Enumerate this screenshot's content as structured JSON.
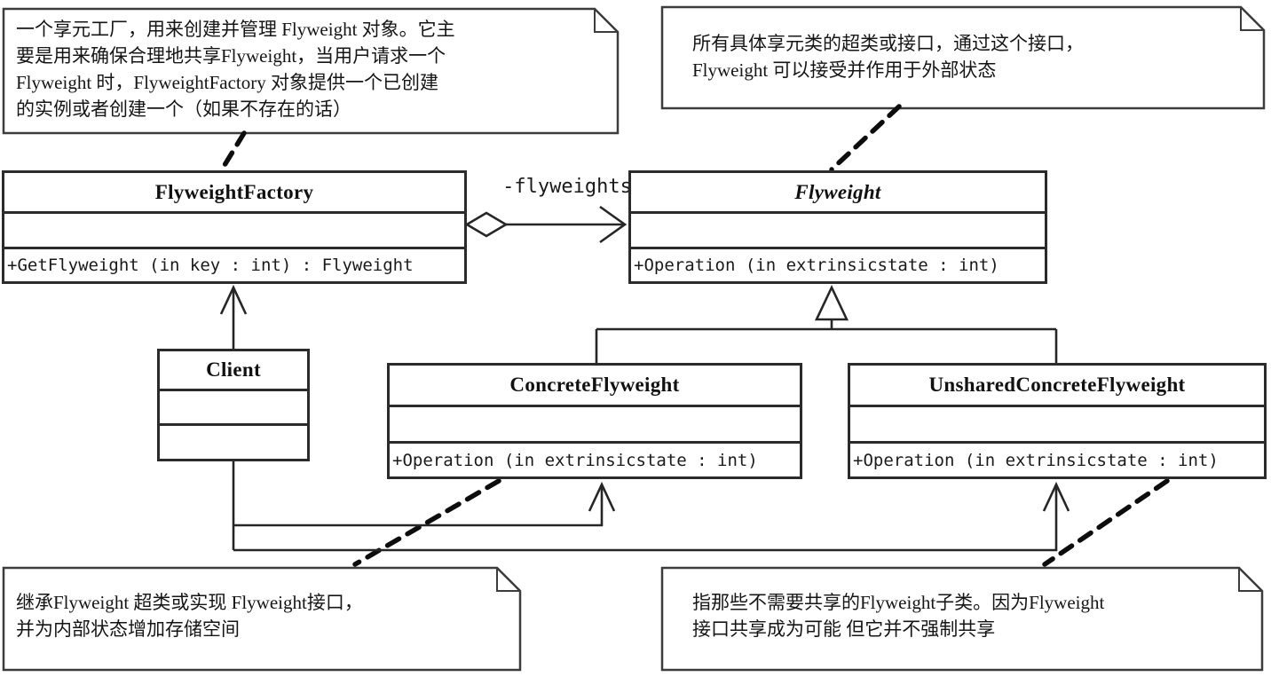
{
  "diagram_title": "Flyweight pattern UML class diagram",
  "colors": {
    "line": "#262626",
    "note_border": "#3c3c3c",
    "background": "#ffffff",
    "text": "#111111"
  },
  "classes": {
    "factory": {
      "name": "FlyweightFactory",
      "method": "+GetFlyweight (in key : int) : Flyweight"
    },
    "flyweight": {
      "name": "Flyweight",
      "abstract": true,
      "method": "+Operation (in extrinsicstate  : int)"
    },
    "client": {
      "name": "Client"
    },
    "concrete": {
      "name": "ConcreteFlyweight",
      "method": "+Operation (in extrinsicstate  : int)"
    },
    "unshared": {
      "name": "UnsharedConcreteFlyweight",
      "method": "+Operation (in extrinsicstate  : int)"
    }
  },
  "relationships": {
    "aggregation_label": "-flyweights"
  },
  "notes": {
    "factoryNote": {
      "lines": [
        "一个享元工厂，用来创建并管理 Flyweight 对象。它主",
        "要是用来确保合理地共享Flyweight，当用户请求一个",
        "Flyweight 时，FlyweightFactory 对象提供一个已创建",
        "的实例或者创建一个（如果不存在的话）"
      ]
    },
    "flyweightNote": {
      "lines": [
        "所有具体享元类的超类或接口，通过这个接口，",
        "Flyweight 可以接受并作用于外部状态"
      ]
    },
    "concreteNote": {
      "lines": [
        "继承Flyweight 超类或实现 Flyweight接口，",
        "并为内部状态增加存储空间"
      ]
    },
    "unsharedNote": {
      "lines": [
        "指那些不需要共享的Flyweight子类。因为Flyweight",
        "接口共享成为可能 但它并不强制共享"
      ]
    }
  }
}
